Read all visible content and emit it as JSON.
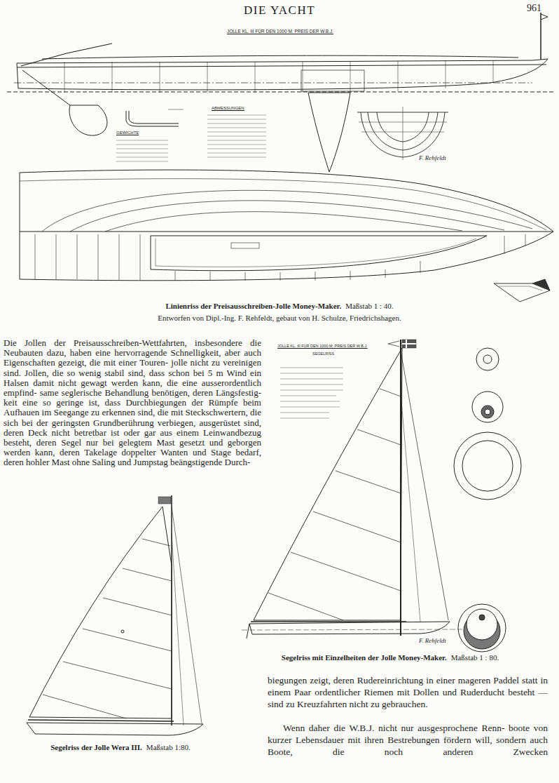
{
  "diagram": {
    "title": "DIE YACHT",
    "labels": [
      "961",
      "JOLLE KL. III FÜR DEN 1000 M. PREIS DER W.B.J.",
      "GEWICHTE",
      "ABMESSUNGEN",
      "F. Rehfeldt",
      "Linienriss der Preisausschreiben-Jolle Money-Maker.",
      "Maßstab 1 : 40.",
      "Entworfen von Dipl.-Ing. F. Rehfeldt, gebaut von H. Schulze, Friedrichshagen.",
      "Die Jollen der Preisausschreiben-Wettfahrten, insbesondere die Neubauten dazu, haben eine hervorragende Schnelligkeit, aber auch Eigenschaften gezeigt, die mit einer Touren- jolle nicht zu vereinigen sind. Jollen, die so wenig stabil sind, dass schon bei 5 m Wind ein Halsen damit nicht gewagt werden kann, die eine ausserordentlich empfind- same seglerische Behandlung benötigen, deren Längsfestig- keit eine so geringe ist, dass Durchbiegungen der Rümpfe beim Aufhauen im Seegange zu erkennen sind, die mit Steckschwertern, die sich bei der geringsten Grundberührung verbiegen, ausgerüstet sind, deren Deck nicht betretbar ist oder gar aus einem Leinwandbezug besteht, deren Segel nur bei gelegtem Mast gesetzt und geborgen werden kann, deren Takelage doppelter Wanten und Stage bedarf, deren hohler Mast ohne Saling und Jumpstag beängstigende Durch-",
      "JOLLE KL. III FÜR DEN 1000 M. PREIS DER W.B.J.",
      "SEGELRISS",
      "F. Rehfeldt",
      "Segelriss mit Einzelheiten der Jolle Money-Maker.",
      "Maßstab 1 : 80.",
      "biegungen zeigt, deren Rudereinrichtung in einer mageren Paddel statt in einem Paar ordentlicher Riemen mit Dollen und Ruderducht besteht — sind zu Kreuzfahrten nicht zu gebrauchen.",
      "Wenn daher die W.B.J. nicht nur ausgesprochene Renn- boote von kurzer Lebensdauer mit ihren Bestrebungen fördern will, sondern auch Boote, die noch anderen Zwecken",
      "Segelriss der Jolle Wera III.",
      "Maßstab 1:80."
    ]
  }
}
